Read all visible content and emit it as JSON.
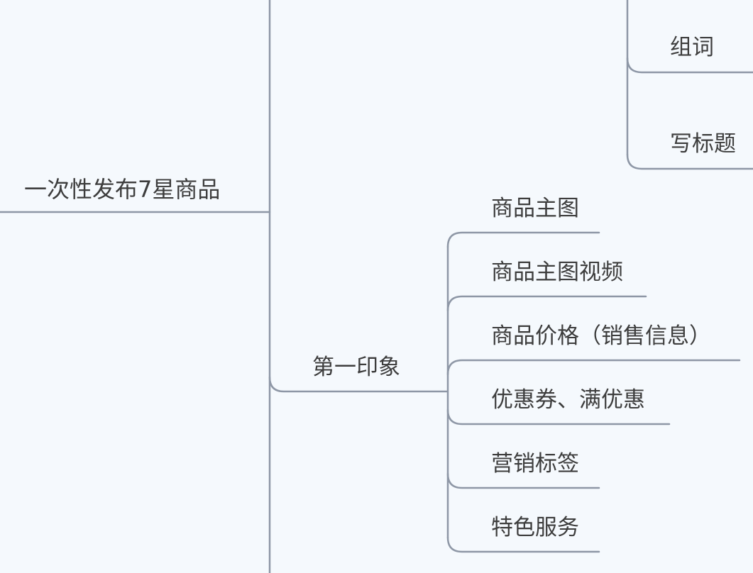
{
  "mindmap": {
    "root": "一次性发布7星商品",
    "upper_branch": {
      "children": [
        "组词",
        "写标题"
      ]
    },
    "first_impression": {
      "label": "第一印象",
      "children": [
        "商品主图",
        "商品主图视频",
        "商品价格（销售信息）",
        "优惠券、满优惠",
        "营销标签",
        "特色服务"
      ]
    }
  },
  "colors": {
    "background": "#f5f9fd",
    "line": "#8e97a6",
    "text": "#3d3d3d"
  }
}
